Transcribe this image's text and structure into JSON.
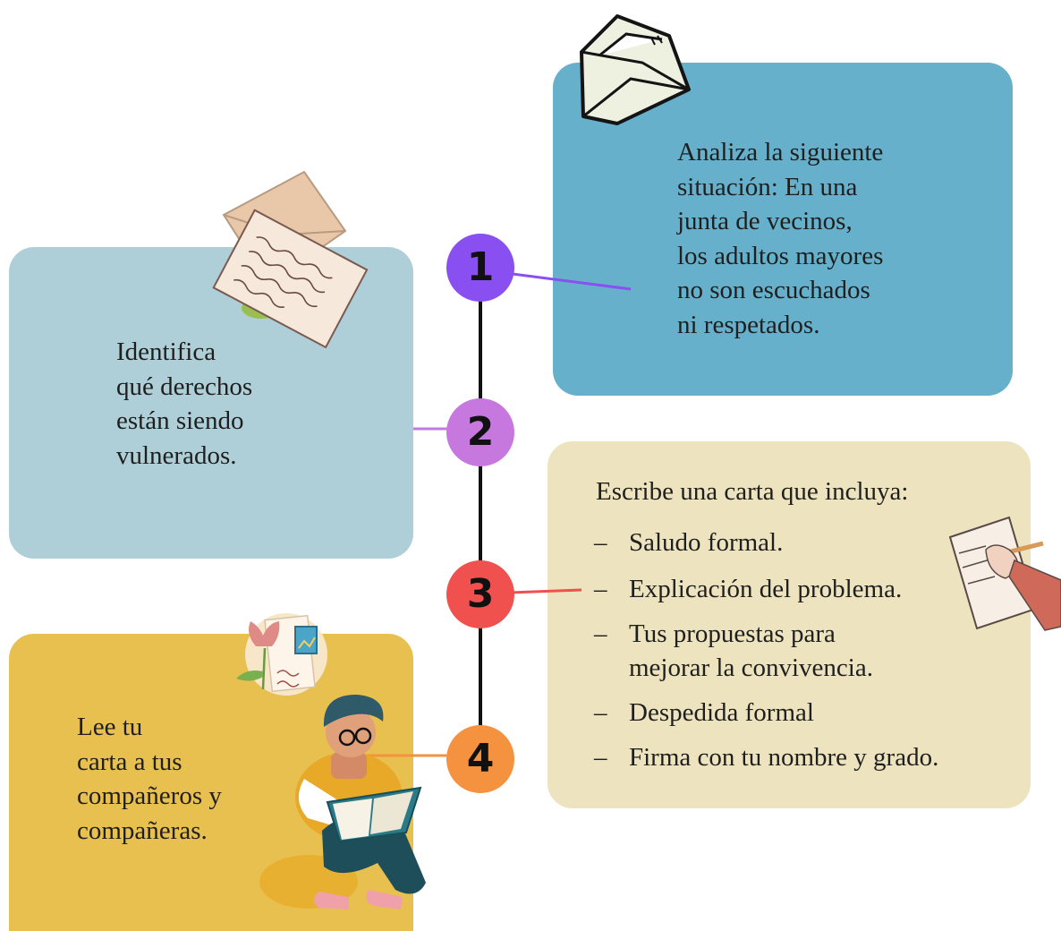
{
  "steps": [
    {
      "number": "1",
      "color": "#8a4ff0",
      "card_color": "#66b0cc",
      "text": [
        "Analiza la siguiente",
        "situación: En una",
        "junta de vecinos,",
        "los adultos mayores",
        "no son escuchados",
        "ni respetados."
      ],
      "icon": "envelope-icon"
    },
    {
      "number": "2",
      "color": "#c678de",
      "card_color": "#afcfd8",
      "text": [
        "Identifica",
        "qué derechos",
        "están siendo",
        "vulnerados."
      ],
      "icon": "letter-envelope-icon"
    },
    {
      "number": "3",
      "color": "#f0514f",
      "card_color": "#ede3be",
      "title": "Escribe una carta que incluya:",
      "items": [
        "Saludo formal.",
        "Explicación del problema.",
        [
          "Tus propuestas para",
          "mejorar la convivencia."
        ],
        "Despedida formal",
        "Firma con tu nombre y grado."
      ],
      "icon": "hand-writing-icon"
    },
    {
      "number": "4",
      "color": "#f59240",
      "card_color": "#e8c050",
      "text": [
        "Lee tu",
        "carta a tus",
        "compañeros y",
        "compañeras."
      ],
      "icons": [
        "postcard-stamp-icon",
        "person-reading-icon"
      ]
    }
  ],
  "timeline_color": "#111111"
}
